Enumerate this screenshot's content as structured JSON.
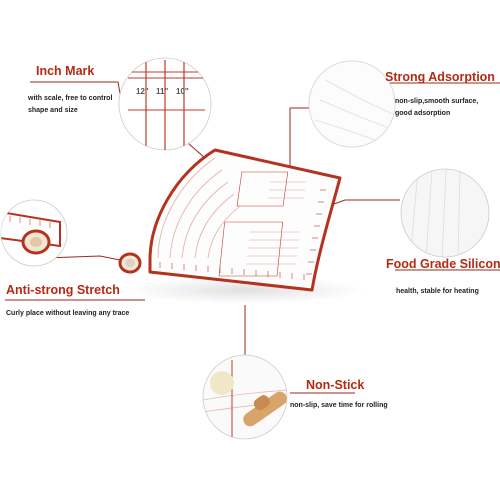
{
  "features": {
    "inch_mark": {
      "title": "Inch Mark",
      "desc_line1": "with scale, free to control",
      "desc_line2": "shape and size"
    },
    "strong_adsorption": {
      "title": "Strong Adsorption",
      "desc_line1": "non-slip,smooth surface,",
      "desc_line2": "good adsorption"
    },
    "food_grade": {
      "title": "Food Grade Silicone",
      "desc_line1": "health, stable for heating"
    },
    "anti_stretch": {
      "title": "Anti-strong Stretch",
      "desc_line1": "Curly place without leaving any trace"
    },
    "non_stick": {
      "title": "Non-Stick",
      "desc_line1": "non-slip, save time for rolling"
    }
  },
  "ruler_marks": {
    "m12": "12\"",
    "m11": "11\"",
    "m10": "10\""
  },
  "colors": {
    "accent": "#b52a12",
    "mat_border": "#b5321e",
    "connector": "#9b2a1a"
  }
}
